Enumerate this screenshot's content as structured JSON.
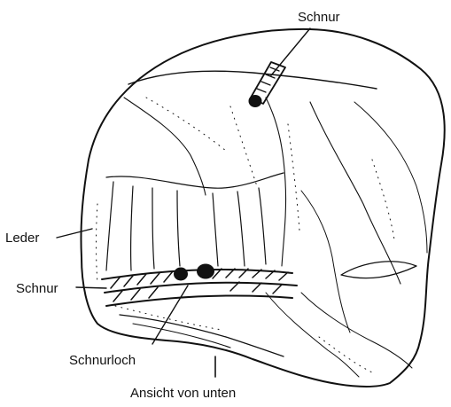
{
  "labels": {
    "schnur_top": "Schnur",
    "leder": "Leder",
    "schnur_left": "Schnur",
    "schnurloch": "Schnurloch",
    "ansicht": "Ansicht von unten"
  },
  "colors": {
    "ink": "#111111",
    "background": "#ffffff"
  }
}
